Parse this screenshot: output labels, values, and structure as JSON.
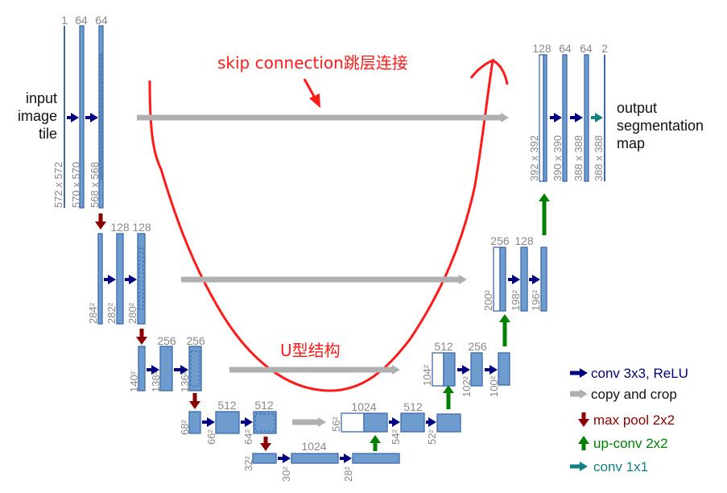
{
  "input_label": [
    "input",
    "image",
    "tile"
  ],
  "output_label": [
    "output",
    "segmentation",
    "map"
  ],
  "channels": {
    "l0": [
      "1",
      "64",
      "64"
    ],
    "l1": [
      "128",
      "128"
    ],
    "l2": [
      "256",
      "256"
    ],
    "l3": [
      "512",
      "512"
    ],
    "b": [
      "1024"
    ],
    "r3": [
      "1024",
      "512"
    ],
    "r2": [
      "512",
      "256"
    ],
    "r1": [
      "256",
      "128"
    ],
    "r0": [
      "128",
      "64",
      "64",
      "2"
    ]
  },
  "sizes": {
    "l0": [
      "572 x 572",
      "570 x 570",
      "568 x 568"
    ],
    "l1": [
      "284²",
      "282²",
      "280²"
    ],
    "l2": [
      "140²",
      "138²",
      "136²"
    ],
    "l3": [
      "68²",
      "66²",
      "64²"
    ],
    "b": [
      "32²",
      "30²",
      "28²"
    ],
    "r3": [
      "56²",
      "54²",
      "52²"
    ],
    "r2": [
      "104²",
      "102²",
      "100²"
    ],
    "r1": [
      "200²",
      "198²",
      "196²"
    ],
    "r0": [
      "392 x 392",
      "390 x 390",
      "388 x 388",
      "388 x 388"
    ]
  },
  "legend": [
    {
      "label": "conv 3x3, ReLU",
      "color": "#000080",
      "dir": "right",
      "icon": "navy-arrow-icon"
    },
    {
      "label": "copy and crop",
      "color": "#b0b0b0",
      "dir": "right",
      "icon": "gray-arrow-icon"
    },
    {
      "label": "max pool 2x2",
      "color": "#8b0000",
      "dir": "down",
      "icon": "red-down-arrow-icon"
    },
    {
      "label": "up-conv 2x2",
      "color": "#008000",
      "dir": "up",
      "icon": "green-up-arrow-icon"
    },
    {
      "label": "conv 1x1",
      "color": "#138080",
      "dir": "right",
      "icon": "teal-arrow-icon"
    }
  ],
  "annotations": {
    "skip": "skip connection跳层连接",
    "u_shape": "U型结构"
  },
  "colors": {
    "block": "#6f9ccf",
    "block_border": "#3d6aab",
    "annotation": "#ff1a1a"
  }
}
